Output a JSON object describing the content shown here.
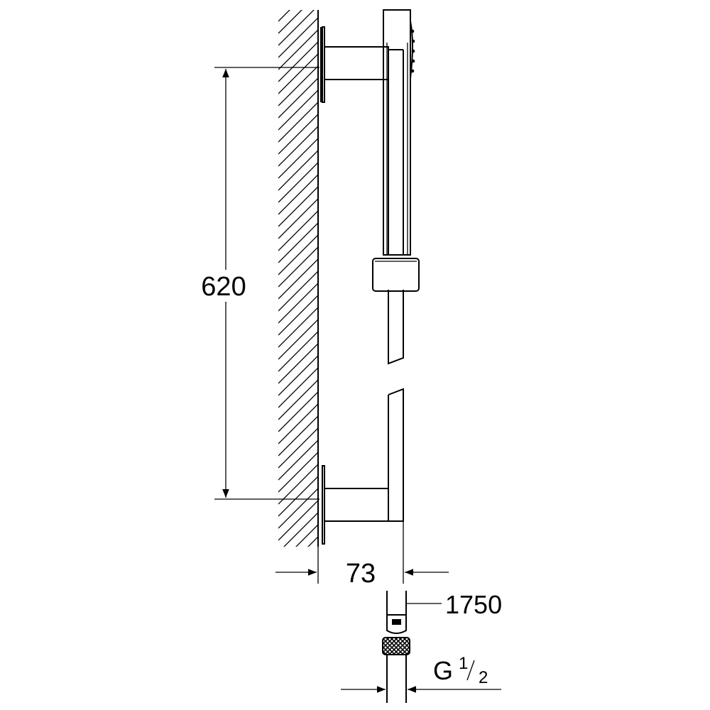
{
  "dimensions": {
    "rail_height": "620",
    "wall_offset": "73",
    "hose_length": "1750",
    "thread_prefix": "G",
    "thread_numerator": "1",
    "thread_denominator": "2"
  }
}
